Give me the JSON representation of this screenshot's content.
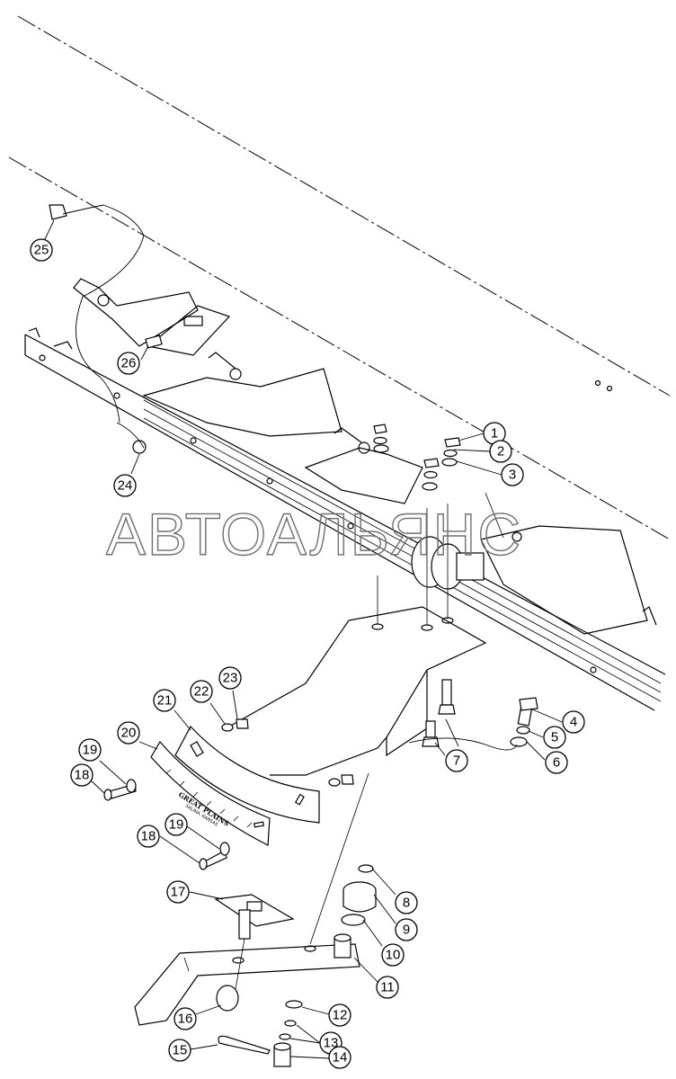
{
  "watermark": "АВТОАЛЬЯНС",
  "decal": {
    "line1": "GREAT PLAINS",
    "line2": "SALINA, KANSAS"
  },
  "callouts": [
    "1",
    "2",
    "3",
    "4",
    "5",
    "6",
    "7",
    "8",
    "9",
    "10",
    "11",
    "12",
    "13",
    "14",
    "15",
    "16",
    "17",
    "18",
    "18",
    "19",
    "19",
    "20",
    "21",
    "22",
    "23",
    "24",
    "25",
    "26"
  ]
}
